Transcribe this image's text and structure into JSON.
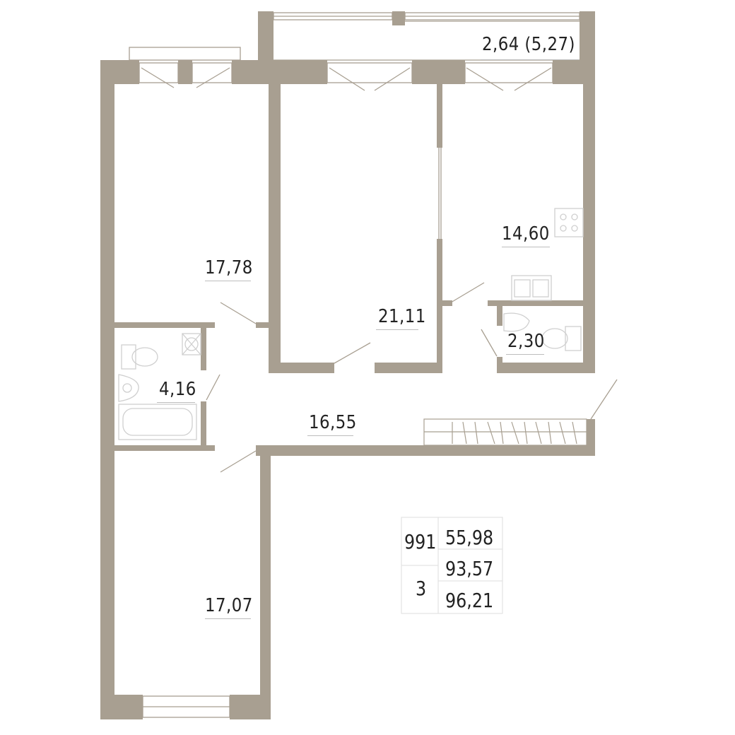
{
  "colors": {
    "wall": "#a89f91",
    "line": "#a89f91",
    "fixture": "#cfcfcf",
    "text": "#222222"
  },
  "rooms": {
    "balcony": "2,64 (5,27)",
    "bedroom_left": "17,78",
    "living": "21,11",
    "kitchen": "14,60",
    "wc": "2,30",
    "bathroom": "4,16",
    "hall": "16,55",
    "bedroom_bottom": "17,07"
  },
  "info": {
    "number": "991",
    "rooms_count": "3",
    "living_area": "55,98",
    "total_area": "93,57",
    "total_with_balcony": "96,21"
  }
}
